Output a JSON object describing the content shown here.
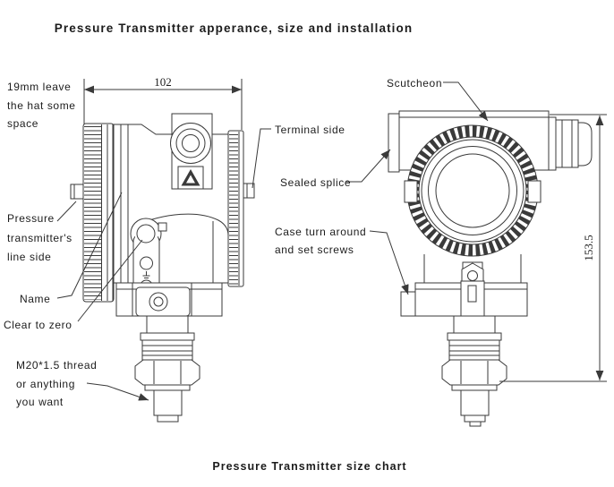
{
  "title": "Pressure Transmitter apperance, size and installation",
  "caption": "Pressure Transmitter size chart",
  "dimensions": {
    "width": "102",
    "height": "153.5"
  },
  "labels": {
    "hat_space": {
      "lines": [
        "19mm leave",
        "the hat some",
        "space"
      ]
    },
    "line_side": {
      "lines": [
        "Pressure",
        "transmitter's",
        "line side"
      ]
    },
    "name": "Name",
    "clear_to_zero": "Clear to zero",
    "thread": {
      "lines": [
        "M20*1.5 thread",
        "or anything",
        "you want"
      ]
    },
    "terminal_side": "Terminal side",
    "scutcheon": "Scutcheon",
    "sealed_splice": "Sealed splice",
    "case_turn": {
      "lines": [
        "Case turn around",
        "and set screws"
      ]
    }
  },
  "colors": {
    "line": "#3a3a3a",
    "text": "#1c1c1c",
    "background": "#ffffff"
  }
}
